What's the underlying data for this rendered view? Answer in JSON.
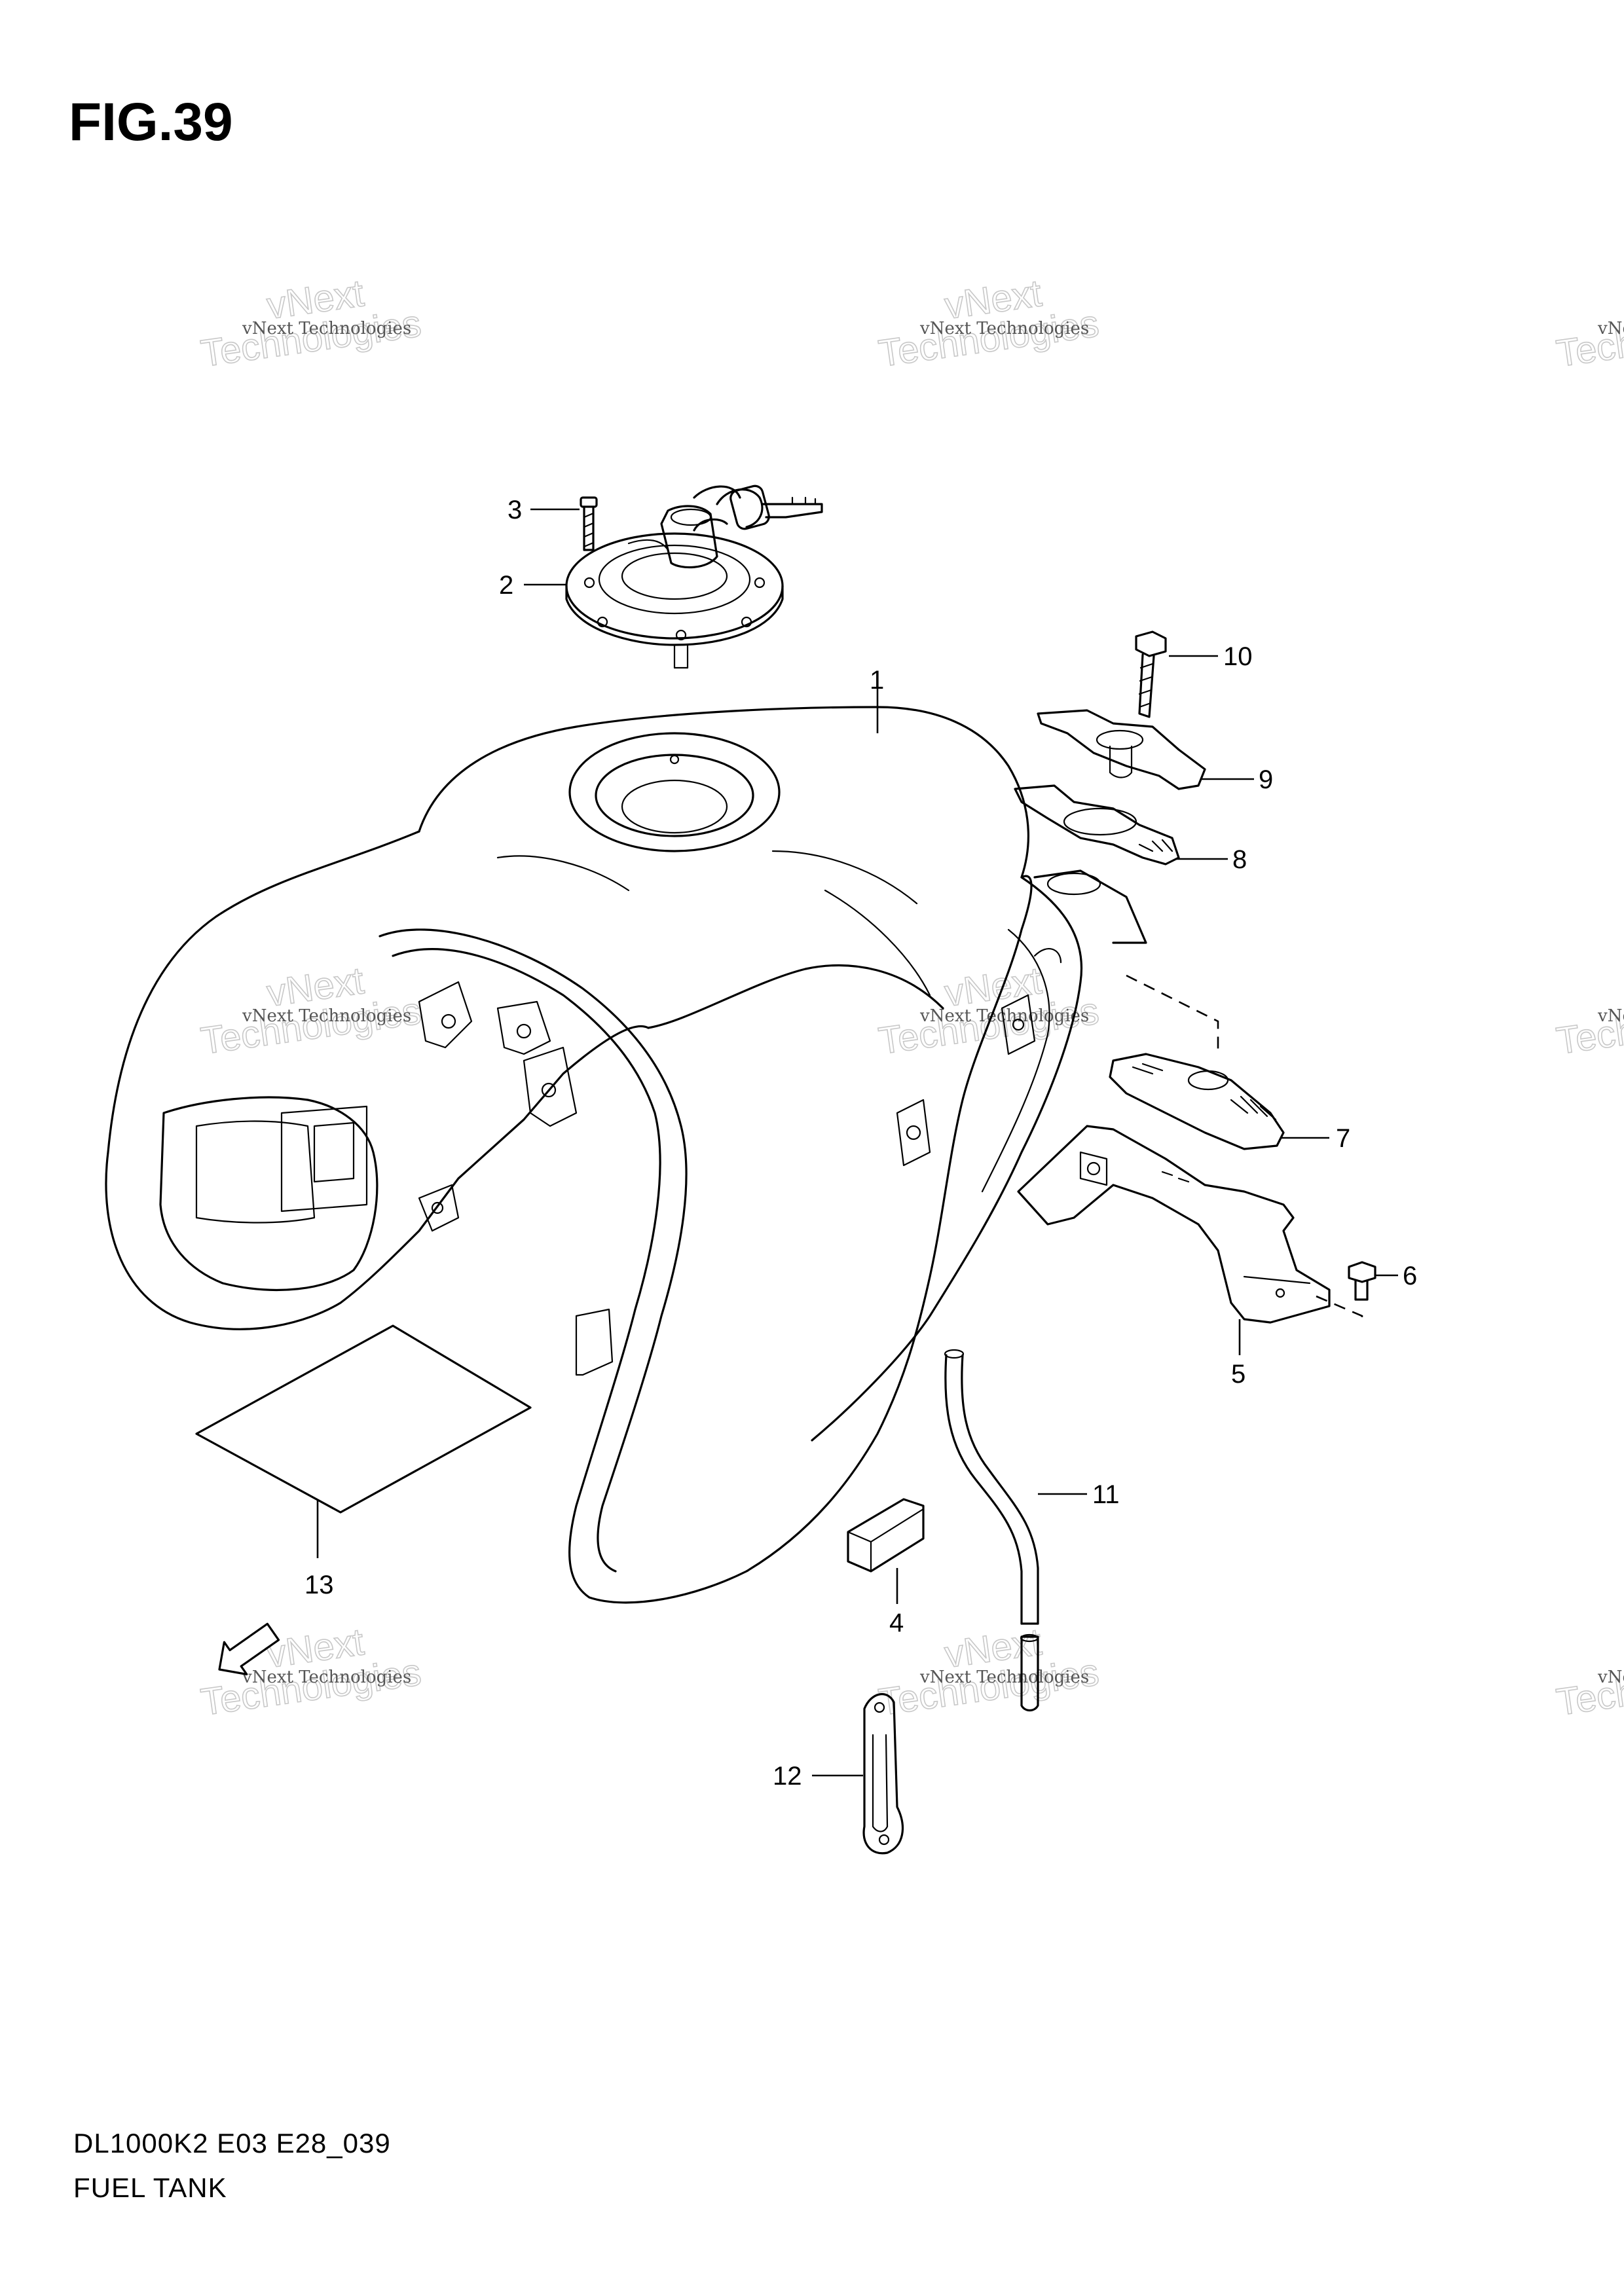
{
  "figure": {
    "title": "FIG.39",
    "model_code": "DL1000K2 E03 E28_039",
    "name": "FUEL TANK"
  },
  "callouts": [
    {
      "id": "1",
      "label": "1"
    },
    {
      "id": "2",
      "label": "2"
    },
    {
      "id": "3",
      "label": "3"
    },
    {
      "id": "4",
      "label": "4"
    },
    {
      "id": "5",
      "label": "5"
    },
    {
      "id": "6",
      "label": "6"
    },
    {
      "id": "7",
      "label": "7"
    },
    {
      "id": "8",
      "label": "8"
    },
    {
      "id": "9",
      "label": "9"
    },
    {
      "id": "10",
      "label": "10"
    },
    {
      "id": "11",
      "label": "11"
    },
    {
      "id": "12",
      "label": "12"
    },
    {
      "id": "13",
      "label": "13"
    }
  ],
  "forward_marker": {
    "label": "FWD",
    "icon": "forward-arrow-icon"
  },
  "watermark": {
    "small_text": "vNext Technologies",
    "large_text": "Technologies",
    "large_text_2": "vNext"
  }
}
